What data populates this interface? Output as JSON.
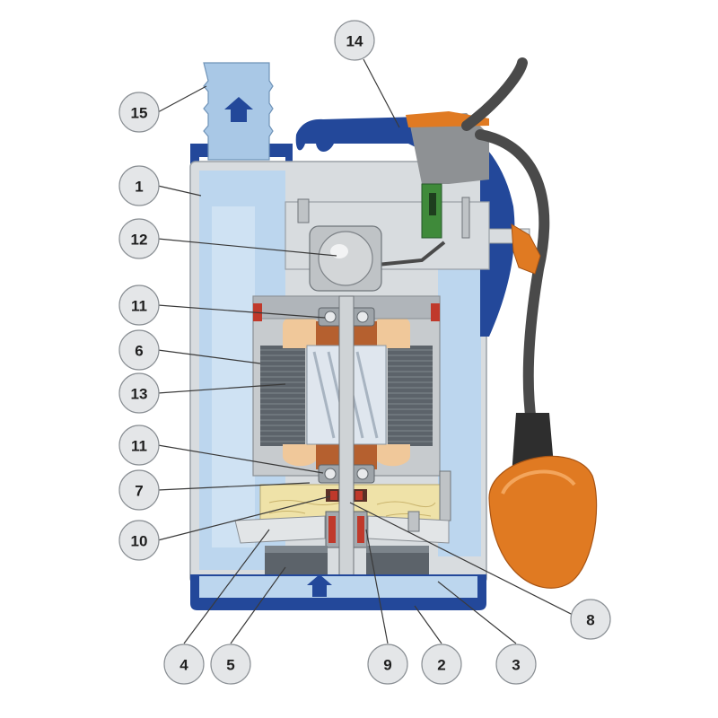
{
  "figure": {
    "colors": {
      "housing_blue": "#23489a",
      "pipe_blue": "#a9c8e6",
      "water_blue": "#bcd6ee",
      "casing_grey": "#d8dcdf",
      "copper": "#b5602f",
      "oil": "#efe2a8",
      "float_orange": "#e07a22",
      "cable": "#4a4a4a",
      "terminal_green": "#3f8a3a"
    },
    "callouts": [
      {
        "id": "c15",
        "label": "15",
        "part": "discharge-pipe"
      },
      {
        "id": "c1",
        "label": "1",
        "part": "outer-housing"
      },
      {
        "id": "c12",
        "label": "12",
        "part": "capacitor"
      },
      {
        "id": "c11a",
        "label": "11",
        "part": "upper-bearing"
      },
      {
        "id": "c6",
        "label": "6",
        "part": "motor-casing"
      },
      {
        "id": "c13",
        "label": "13",
        "part": "stator-winding"
      },
      {
        "id": "c11b",
        "label": "11",
        "part": "lower-bearing"
      },
      {
        "id": "c7",
        "label": "7",
        "part": "oil-chamber"
      },
      {
        "id": "c10",
        "label": "10",
        "part": "shaft-seal-upper"
      },
      {
        "id": "c4",
        "label": "4",
        "part": "pump-body"
      },
      {
        "id": "c5",
        "label": "5",
        "part": "impeller"
      },
      {
        "id": "c9",
        "label": "9",
        "part": "mechanical-seal"
      },
      {
        "id": "c2",
        "label": "2",
        "part": "base-plate"
      },
      {
        "id": "c3",
        "label": "3",
        "part": "suction-grid"
      },
      {
        "id": "c8",
        "label": "8",
        "part": "motor-shaft"
      },
      {
        "id": "c14",
        "label": "14",
        "part": "handle"
      }
    ]
  }
}
